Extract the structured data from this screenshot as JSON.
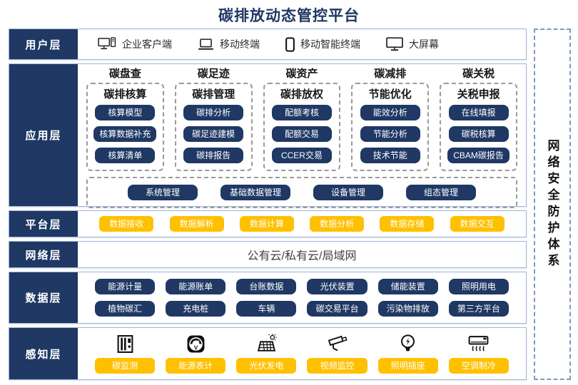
{
  "title": "碳排放动态管控平台",
  "security_sidebar": {
    "label": "网络安全防护体系"
  },
  "colors": {
    "navy": "#1F3864",
    "yellow": "#FFC000",
    "row_border": "#9FB6D9"
  },
  "layers": {
    "user": {
      "label": "用户层",
      "items": [
        {
          "icon": "desktop-pc-icon",
          "label": "企业客户端"
        },
        {
          "icon": "laptop-icon",
          "label": "移动终端"
        },
        {
          "icon": "smartphone-icon",
          "label": "移动智能终端"
        },
        {
          "icon": "large-screen-icon",
          "label": "大屏幕"
        }
      ]
    },
    "application": {
      "label": "应用层",
      "columns": [
        {
          "category": "碳盘查",
          "module": "碳排核算",
          "items": [
            "核算模型",
            "核算数据补充",
            "核算清单"
          ]
        },
        {
          "category": "碳足迹",
          "module": "碳排管理",
          "items": [
            "碳排分析",
            "碳足迹建模",
            "碳排报告"
          ]
        },
        {
          "category": "碳资产",
          "module": "碳排放权",
          "items": [
            "配额考核",
            "配额交易",
            "CCER交易"
          ]
        },
        {
          "category": "碳减排",
          "module": "节能优化",
          "items": [
            "能效分析",
            "节能分析",
            "技术节能"
          ]
        },
        {
          "category": "碳关税",
          "module": "关税申报",
          "items": [
            "在线填报",
            "碳税核算",
            "CBAM碳报告"
          ]
        }
      ],
      "common_modules": [
        "系统管理",
        "基础数据管理",
        "设备管理",
        "组态管理"
      ]
    },
    "platform": {
      "label": "平台层",
      "items": [
        "数据接收",
        "数据解析",
        "数据计算",
        "数据分析",
        "数据存储",
        "数据交互"
      ]
    },
    "network": {
      "label": "网络层",
      "content": "公有云/私有云/局域网"
    },
    "data": {
      "label": "数据层",
      "row1": [
        "能源计量",
        "能源账单",
        "台账数据",
        "光伏装置",
        "储能装置",
        "照明用电"
      ],
      "row2": [
        "植物碳汇",
        "充电桩",
        "车辆",
        "碳交易平台",
        "污染物排放",
        "第三方平台"
      ]
    },
    "perception": {
      "label": "感知层",
      "items": [
        {
          "icon": "carbon-monitor-icon",
          "label": "碳监测"
        },
        {
          "icon": "energy-meter-icon",
          "label": "能源表计"
        },
        {
          "icon": "solar-power-icon",
          "label": "光伏发电"
        },
        {
          "icon": "video-camera-icon",
          "label": "视频监控"
        },
        {
          "icon": "light-bulb-icon",
          "label": "照明插座"
        },
        {
          "icon": "air-conditioner-icon",
          "label": "空调制冷"
        }
      ]
    }
  }
}
